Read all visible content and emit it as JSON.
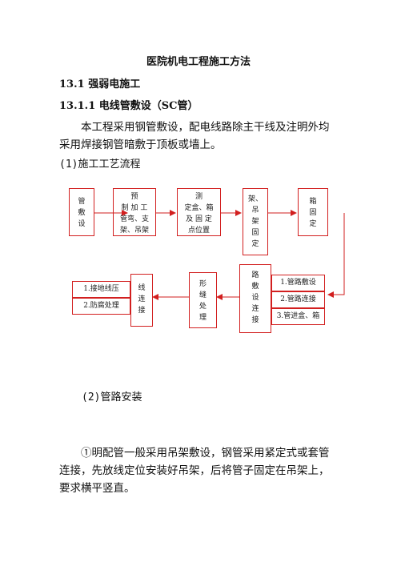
{
  "doc": {
    "title": "医院机电工程施工方法",
    "section": "13.1 强弱电施工",
    "subsection": "13.1.1 电线管敷设（SC管）",
    "intro": "本工程采用钢管敷设，配电线路除主干线及注明外均采用焊接钢管暗敷于顶板或墙上。",
    "step1_label": "(1)施工工艺流程",
    "step2_label": "(2)管路安装",
    "paragraph2": "①明配管一般采用吊架敷设，钢管采用紧定式或套管连接，先放线定位安装好吊架，后将管子固定在吊架上，要求横平竖直。"
  },
  "flow": {
    "box1": [
      "管",
      "敷",
      "设"
    ],
    "box2": [
      "预",
      "制 加 工",
      "管弯、支",
      "架、吊架"
    ],
    "box3": [
      "测",
      "定盒、箱",
      "及 固 定",
      "点位置"
    ],
    "box4": [
      "架、",
      "吊",
      "架",
      "固",
      "定"
    ],
    "box5": [
      "箱",
      "固",
      "定"
    ],
    "box6": [
      "路",
      "敷",
      "设",
      "连",
      "接"
    ],
    "box6_items": [
      "1.管路敷设",
      "2.管路连接",
      "3.管进盒、箱"
    ],
    "box7": [
      "形",
      "缝",
      "处",
      "理"
    ],
    "box8": [
      "线",
      "连",
      "接"
    ],
    "box8_items": [
      "1.接地线压",
      "2.防腐处理"
    ]
  },
  "colors": {
    "flow_line": "#d21f1f"
  }
}
